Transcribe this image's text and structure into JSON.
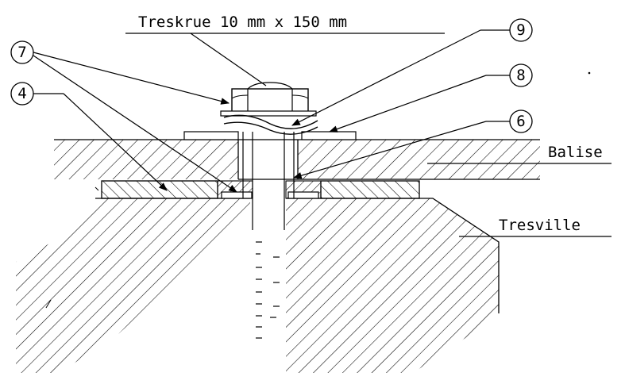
{
  "labels": {
    "screw": "Treskrue 10 mm x 150 mm",
    "balise": "Balise",
    "sleeper": "Tresville"
  },
  "callouts": {
    "c4": "4",
    "c6": "6",
    "c7": "7",
    "c8": "8",
    "c9": "9"
  }
}
